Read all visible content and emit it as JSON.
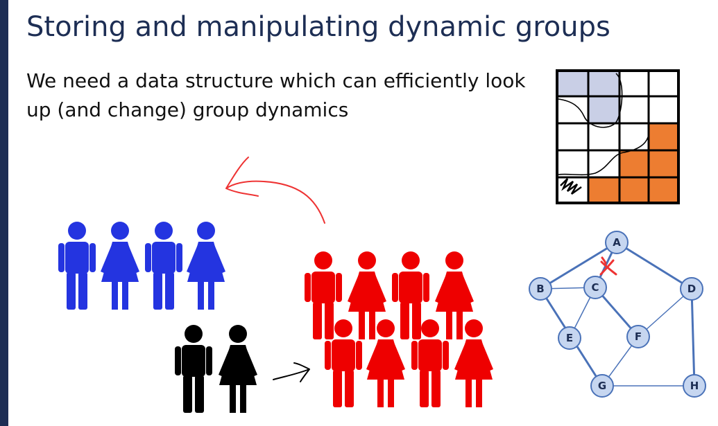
{
  "slide": {
    "title": "Storing and manipulating dynamic groups",
    "body_line1": "We need a data structure which can efficiently look",
    "body_line2": "up (and change) group dynamics"
  },
  "colors": {
    "title": "#1d2e54",
    "blue_group": "#2434e0",
    "red_group": "#ee0000",
    "black_group": "#000000",
    "grid_shade_lavender": "#c9cfe6",
    "grid_shade_orange": "#ed7d31",
    "graph_node_fill": "#c6d6f0",
    "graph_edge": "#4a72b8"
  },
  "graph": {
    "nodes": [
      "A",
      "B",
      "C",
      "D",
      "E",
      "F",
      "G",
      "H"
    ]
  }
}
